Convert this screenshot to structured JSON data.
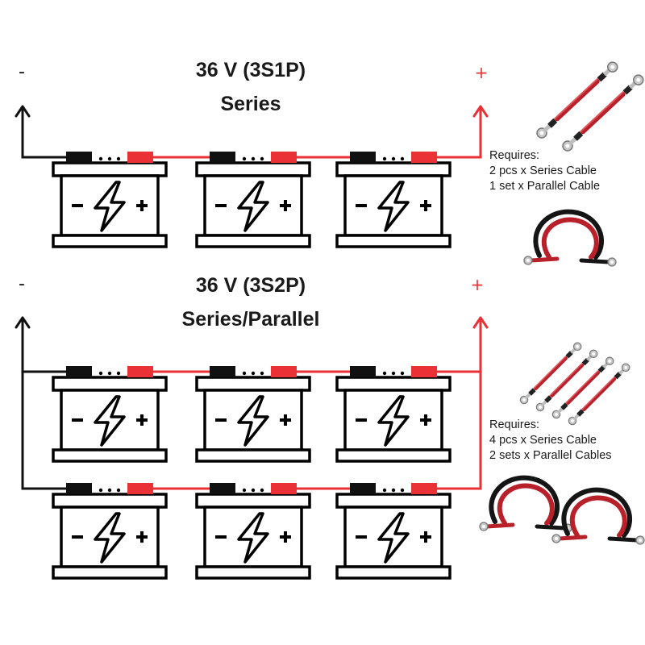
{
  "colors": {
    "positive": "#ea3236",
    "negative": "#111111",
    "cable_red": "#b8202a",
    "cable_black": "#151515"
  },
  "battery": {
    "minus_symbol": "-",
    "plus_symbol": "+",
    "icon": "lightning-bolt-icon"
  },
  "section_3s1p": {
    "title": "36 V (3S1P)",
    "subtitle": "Series",
    "neg_label": "-",
    "pos_label": "+",
    "requires": [
      "Requires:",
      "2 pcs x Series Cable",
      "1 set x Parallel Cable"
    ]
  },
  "section_3s2p": {
    "title": "36 V (3S2P)",
    "subtitle": "Series/Parallel",
    "neg_label": "-",
    "pos_label": "+",
    "requires": [
      "Requires:",
      "4 pcs x Series Cable",
      "2 sets x Parallel Cables"
    ]
  }
}
